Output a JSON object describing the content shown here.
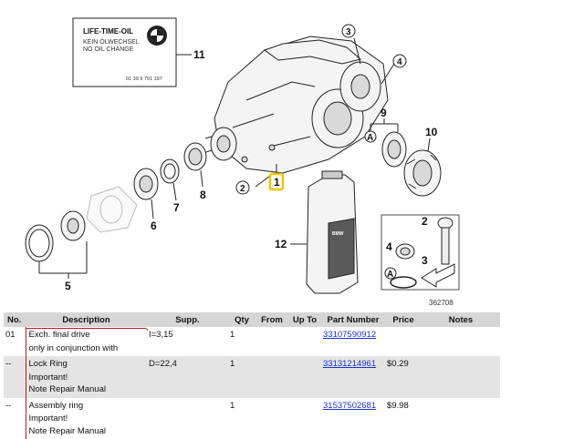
{
  "diagram": {
    "label": {
      "title": "LIFE-TIME-OIL",
      "line1": "KEIN ÖLWECHSEL",
      "line2": "NO OIL CHANGE",
      "part_number": "01 39 9 791 197"
    },
    "callouts": [
      "1",
      "2",
      "3",
      "4",
      "5",
      "6",
      "7",
      "8",
      "9",
      "10",
      "11",
      "12"
    ],
    "detail_letter": "A",
    "ref_number": "362708",
    "oil_brand": "BMW",
    "highlight_color": "#f2c200"
  },
  "table": {
    "headers": {
      "no": "No.",
      "description": "Description",
      "supp": "Supp.",
      "qty": "Qty",
      "from": "From",
      "up_to": "Up To",
      "part_number": "Part Number",
      "price": "Price",
      "notes": "Notes"
    },
    "rows": [
      {
        "no": "01",
        "desc1": "Exch. final drive",
        "desc2": "only in conjunction with",
        "desc3": "",
        "supp": "I=3,15",
        "qty": "1",
        "part_number": "33107590912",
        "price": ""
      },
      {
        "no": "--",
        "desc1": "Lock Ring",
        "desc2": "Important!",
        "desc3": "Note Repair Manual",
        "supp": "D=22,4",
        "qty": "1",
        "part_number": "33131214961",
        "price": "$0.29"
      },
      {
        "no": "--",
        "desc1": "Assembly ring",
        "desc2": "Important!",
        "desc3": "Note Repair Manual",
        "supp": "",
        "qty": "1",
        "part_number": "31537502681",
        "price": "$9.98"
      }
    ]
  }
}
